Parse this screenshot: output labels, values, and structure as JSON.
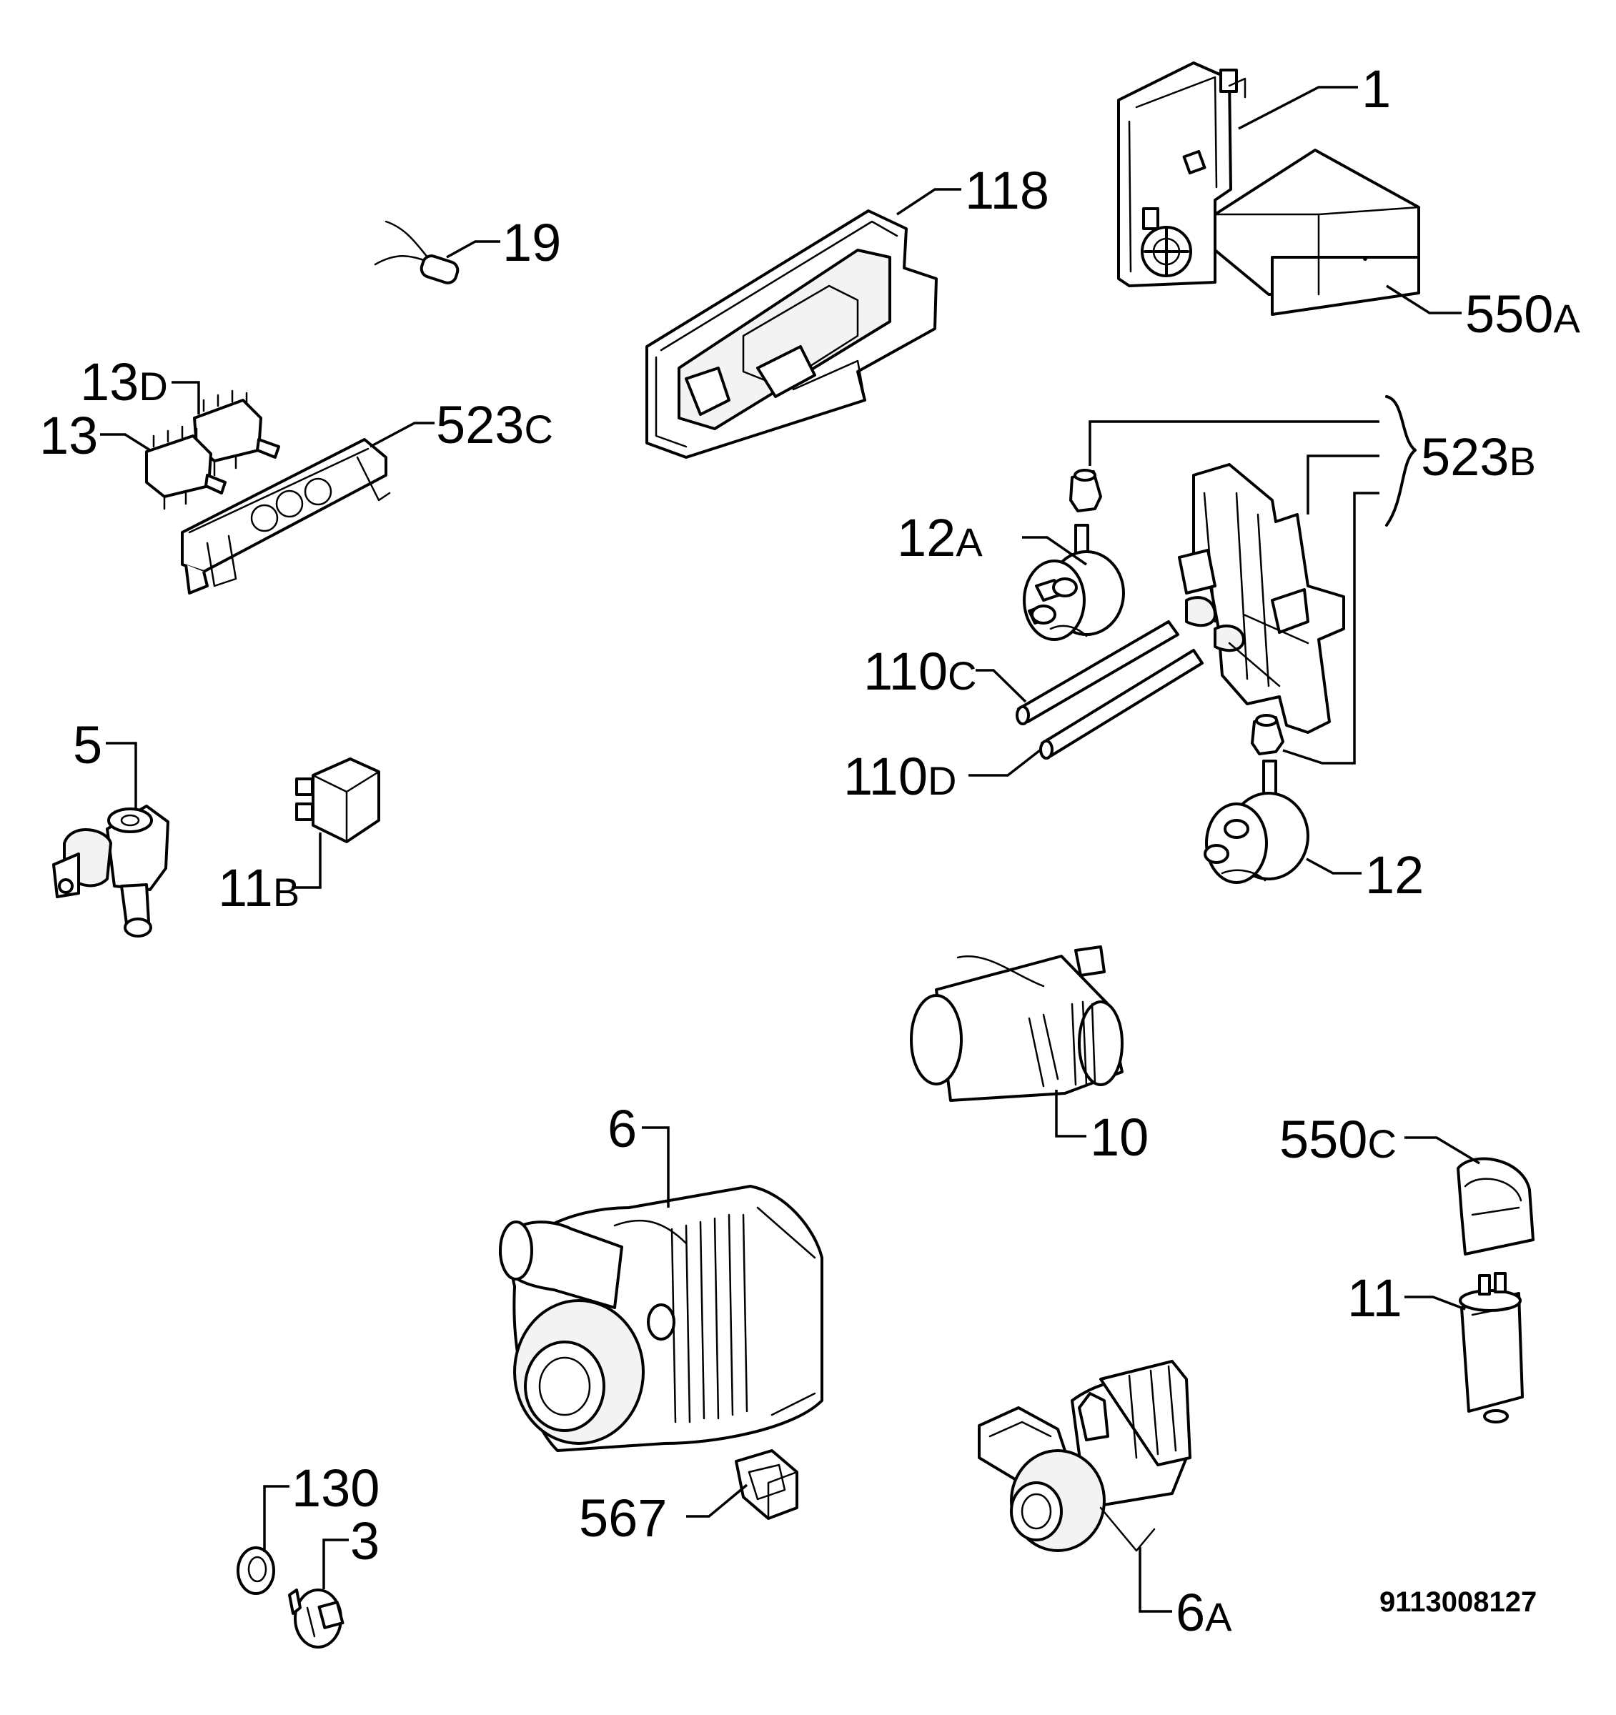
{
  "labels": {
    "p1": {
      "num": "1",
      "suffix": ""
    },
    "p118": {
      "num": "118",
      "suffix": ""
    },
    "p19": {
      "num": "19",
      "suffix": ""
    },
    "p550A": {
      "num": "550",
      "suffix": "A"
    },
    "p13D": {
      "num": "13",
      "suffix": "D"
    },
    "p13": {
      "num": "13",
      "suffix": ""
    },
    "p523C": {
      "num": "523",
      "suffix": "C"
    },
    "p523B": {
      "num": "523",
      "suffix": "B"
    },
    "p12A": {
      "num": "12",
      "suffix": "A"
    },
    "p110C": {
      "num": "110",
      "suffix": "C"
    },
    "p110D": {
      "num": "110",
      "suffix": "D"
    },
    "p12": {
      "num": "12",
      "suffix": ""
    },
    "p5": {
      "num": "5",
      "suffix": ""
    },
    "p11B": {
      "num": "11",
      "suffix": "B"
    },
    "p10": {
      "num": "10",
      "suffix": ""
    },
    "p550C": {
      "num": "550",
      "suffix": "C"
    },
    "p6": {
      "num": "6",
      "suffix": ""
    },
    "p11": {
      "num": "11",
      "suffix": ""
    },
    "p567": {
      "num": "567",
      "suffix": ""
    },
    "p130": {
      "num": "130",
      "suffix": ""
    },
    "p3": {
      "num": "3",
      "suffix": ""
    },
    "p6A": {
      "num": "6",
      "suffix": "A"
    }
  },
  "document_number": "9113008127"
}
